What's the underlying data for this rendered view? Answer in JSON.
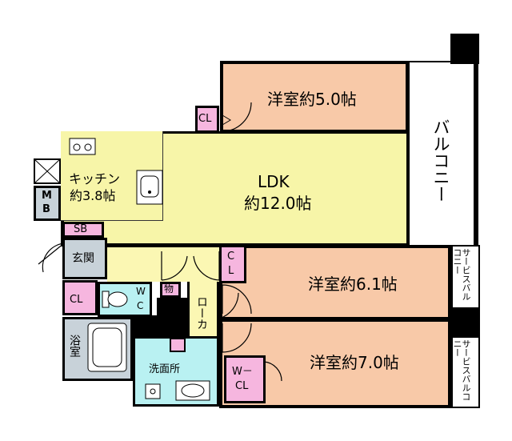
{
  "colors": {
    "bedroom": "#f8c9a8",
    "ldk": "#f7f5a8",
    "storage": "#f6b6df",
    "wet": "#b9f1f2",
    "bath": "#c8d2d9",
    "balcony": "#ffffff",
    "wall": "#000000",
    "corridor": "#fbf7b3"
  },
  "rooms": {
    "bed1": "洋室約5.0帖",
    "bed2": "洋室約6.1帖",
    "bed3": "洋室約7.0帖",
    "ldk_title": "LDK",
    "ldk_size": "約12.0帖",
    "kitchen_title": "キッチン",
    "kitchen_size": "約3.8帖",
    "balcony": "バルコニー",
    "service_balcony_1": "サービスバルコニー",
    "service_balcony_2": "サービスバルコニー",
    "entrance": "玄関",
    "corridor": "ローカ",
    "washroom": "洗面所",
    "bath": "浴室"
  },
  "storage": {
    "cl_top": "CL",
    "cl_bed2_a": "C",
    "cl_bed2_b": "L",
    "cl_entrance": "CL",
    "wcl_a": "W－",
    "wcl_b": "CL",
    "sb": "SB",
    "mb_a": "M",
    "mb_b": "B",
    "wc_a": "W",
    "wc_b": "C",
    "mono": "物"
  },
  "icons": [
    "sink-icon",
    "stove-icon",
    "toilet-icon",
    "washbasin-icon",
    "bathtub-icon",
    "door-swing-icon"
  ]
}
